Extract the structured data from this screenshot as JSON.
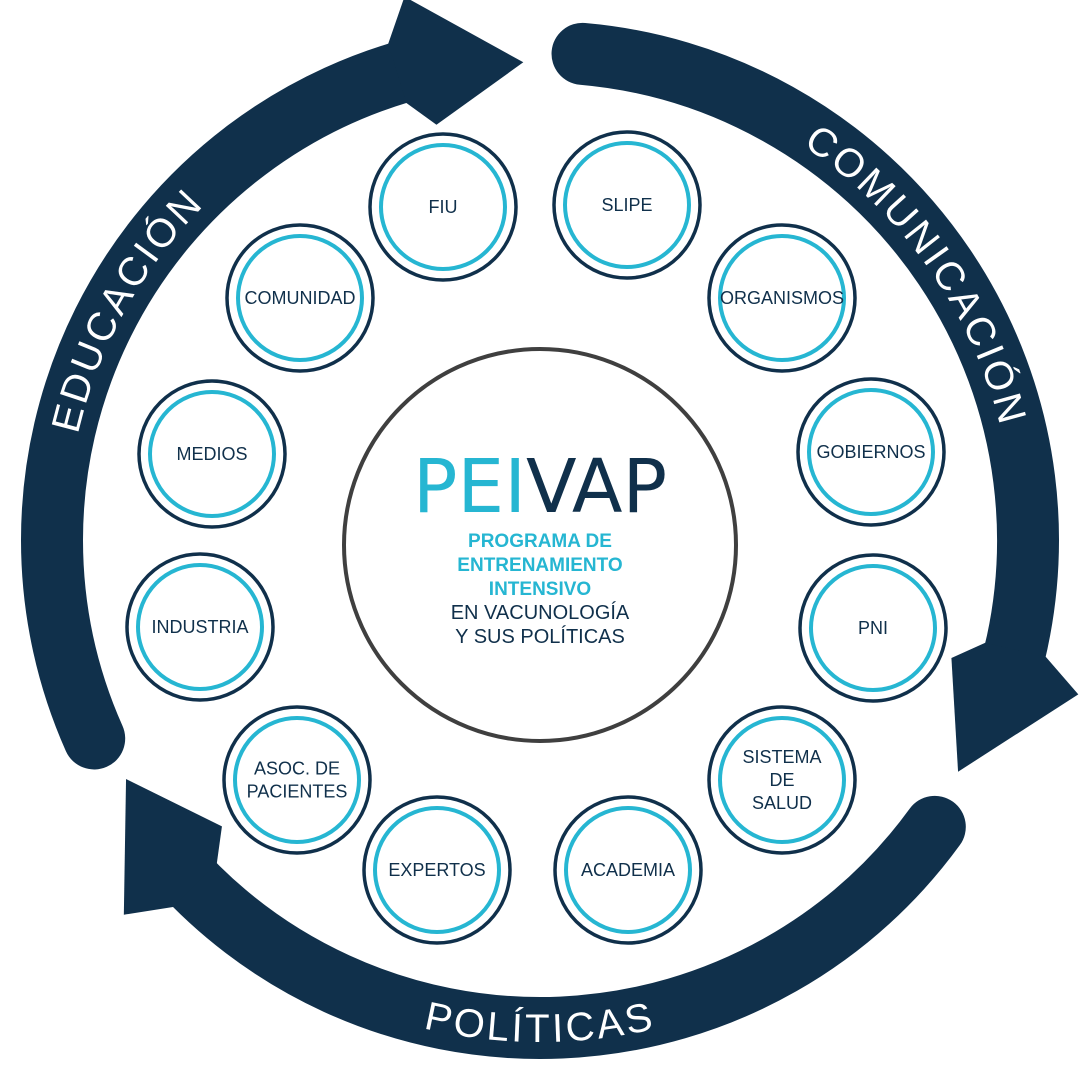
{
  "colors": {
    "navy": "#10304b",
    "cyan": "#26b6d2",
    "center_ring": "#3f3f3f"
  },
  "cycle": {
    "comunicacion": "COMUNICACIÓN",
    "politicas": "POLÍTICAS",
    "educacion": "EDUCACIÓN"
  },
  "center": {
    "title_part1": "PEI",
    "title_part2": "VAP",
    "subtitle_highlight": [
      "PROGRAMA DE",
      "ENTRENAMIENTO",
      "INTENSIVO"
    ],
    "subtitle": [
      "EN VACUNOLOGÍA",
      "Y SUS POLÍTICAS"
    ]
  },
  "nodes": [
    {
      "label": [
        "FIU"
      ]
    },
    {
      "label": [
        "SLIPE"
      ]
    },
    {
      "label": [
        "ORGANISMOS"
      ]
    },
    {
      "label": [
        "GOBIERNOS"
      ]
    },
    {
      "label": [
        "PNI"
      ]
    },
    {
      "label": [
        "SISTEMA",
        "DE",
        "SALUD"
      ]
    },
    {
      "label": [
        "ACADEMIA"
      ]
    },
    {
      "label": [
        "EXPERTOS"
      ]
    },
    {
      "label": [
        "ASOC. DE",
        "PACIENTES"
      ]
    },
    {
      "label": [
        "INDUSTRIA"
      ]
    },
    {
      "label": [
        "MEDIOS"
      ]
    },
    {
      "label": [
        "COMUNIDAD"
      ]
    }
  ]
}
